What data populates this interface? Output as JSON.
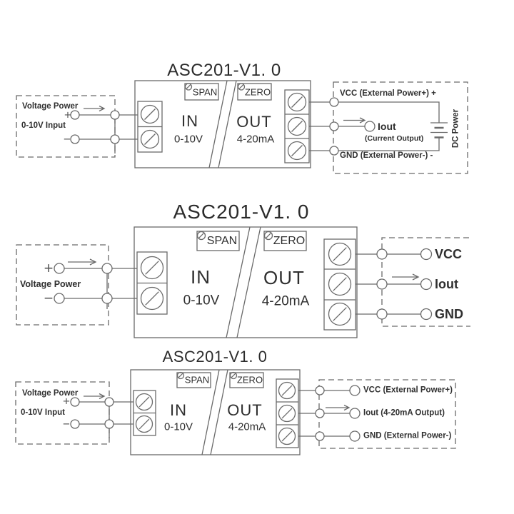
{
  "colors": {
    "background": "#ffffff",
    "line": "#6a6a6a",
    "text": "#2f2f2f"
  },
  "diagrams": [
    {
      "title": "ASC201-V1. 0",
      "source": {
        "power": "Voltage Power",
        "input": "0-10V Input",
        "plus": "+",
        "minus": "−"
      },
      "module": {
        "in": "IN",
        "in_range": "0-10V",
        "out": "OUT",
        "out_range": "4-20mA",
        "span": "SPAN",
        "zero": "ZERO"
      },
      "outputs": {
        "vcc": "VCC (External Power+) +",
        "iout": "Iout",
        "iout_note": "(Current Output)",
        "gnd": "GND (External Power-) -",
        "supply": "DC Power"
      }
    },
    {
      "title": "ASC201-V1. 0",
      "source": {
        "power": "Voltage Power",
        "plus": "+",
        "minus": "−"
      },
      "module": {
        "in": "IN",
        "in_range": "0-10V",
        "out": "OUT",
        "out_range": "4-20mA",
        "span": "SPAN",
        "zero": "ZERO"
      },
      "outputs": {
        "vcc": "VCC",
        "iout": "Iout",
        "gnd": "GND"
      }
    },
    {
      "title": "ASC201-V1. 0",
      "source": {
        "power": "Voltage Power",
        "input": "0-10V Input",
        "plus": "+",
        "minus": "−"
      },
      "module": {
        "in": "IN",
        "in_range": "0-10V",
        "out": "OUT",
        "out_range": "4-20mA",
        "span": "SPAN",
        "zero": "ZERO"
      },
      "outputs": {
        "vcc": "VCC (External Power+)",
        "iout": "Iout (4-20mA Output)",
        "gnd": "GND (External Power-)"
      }
    }
  ]
}
